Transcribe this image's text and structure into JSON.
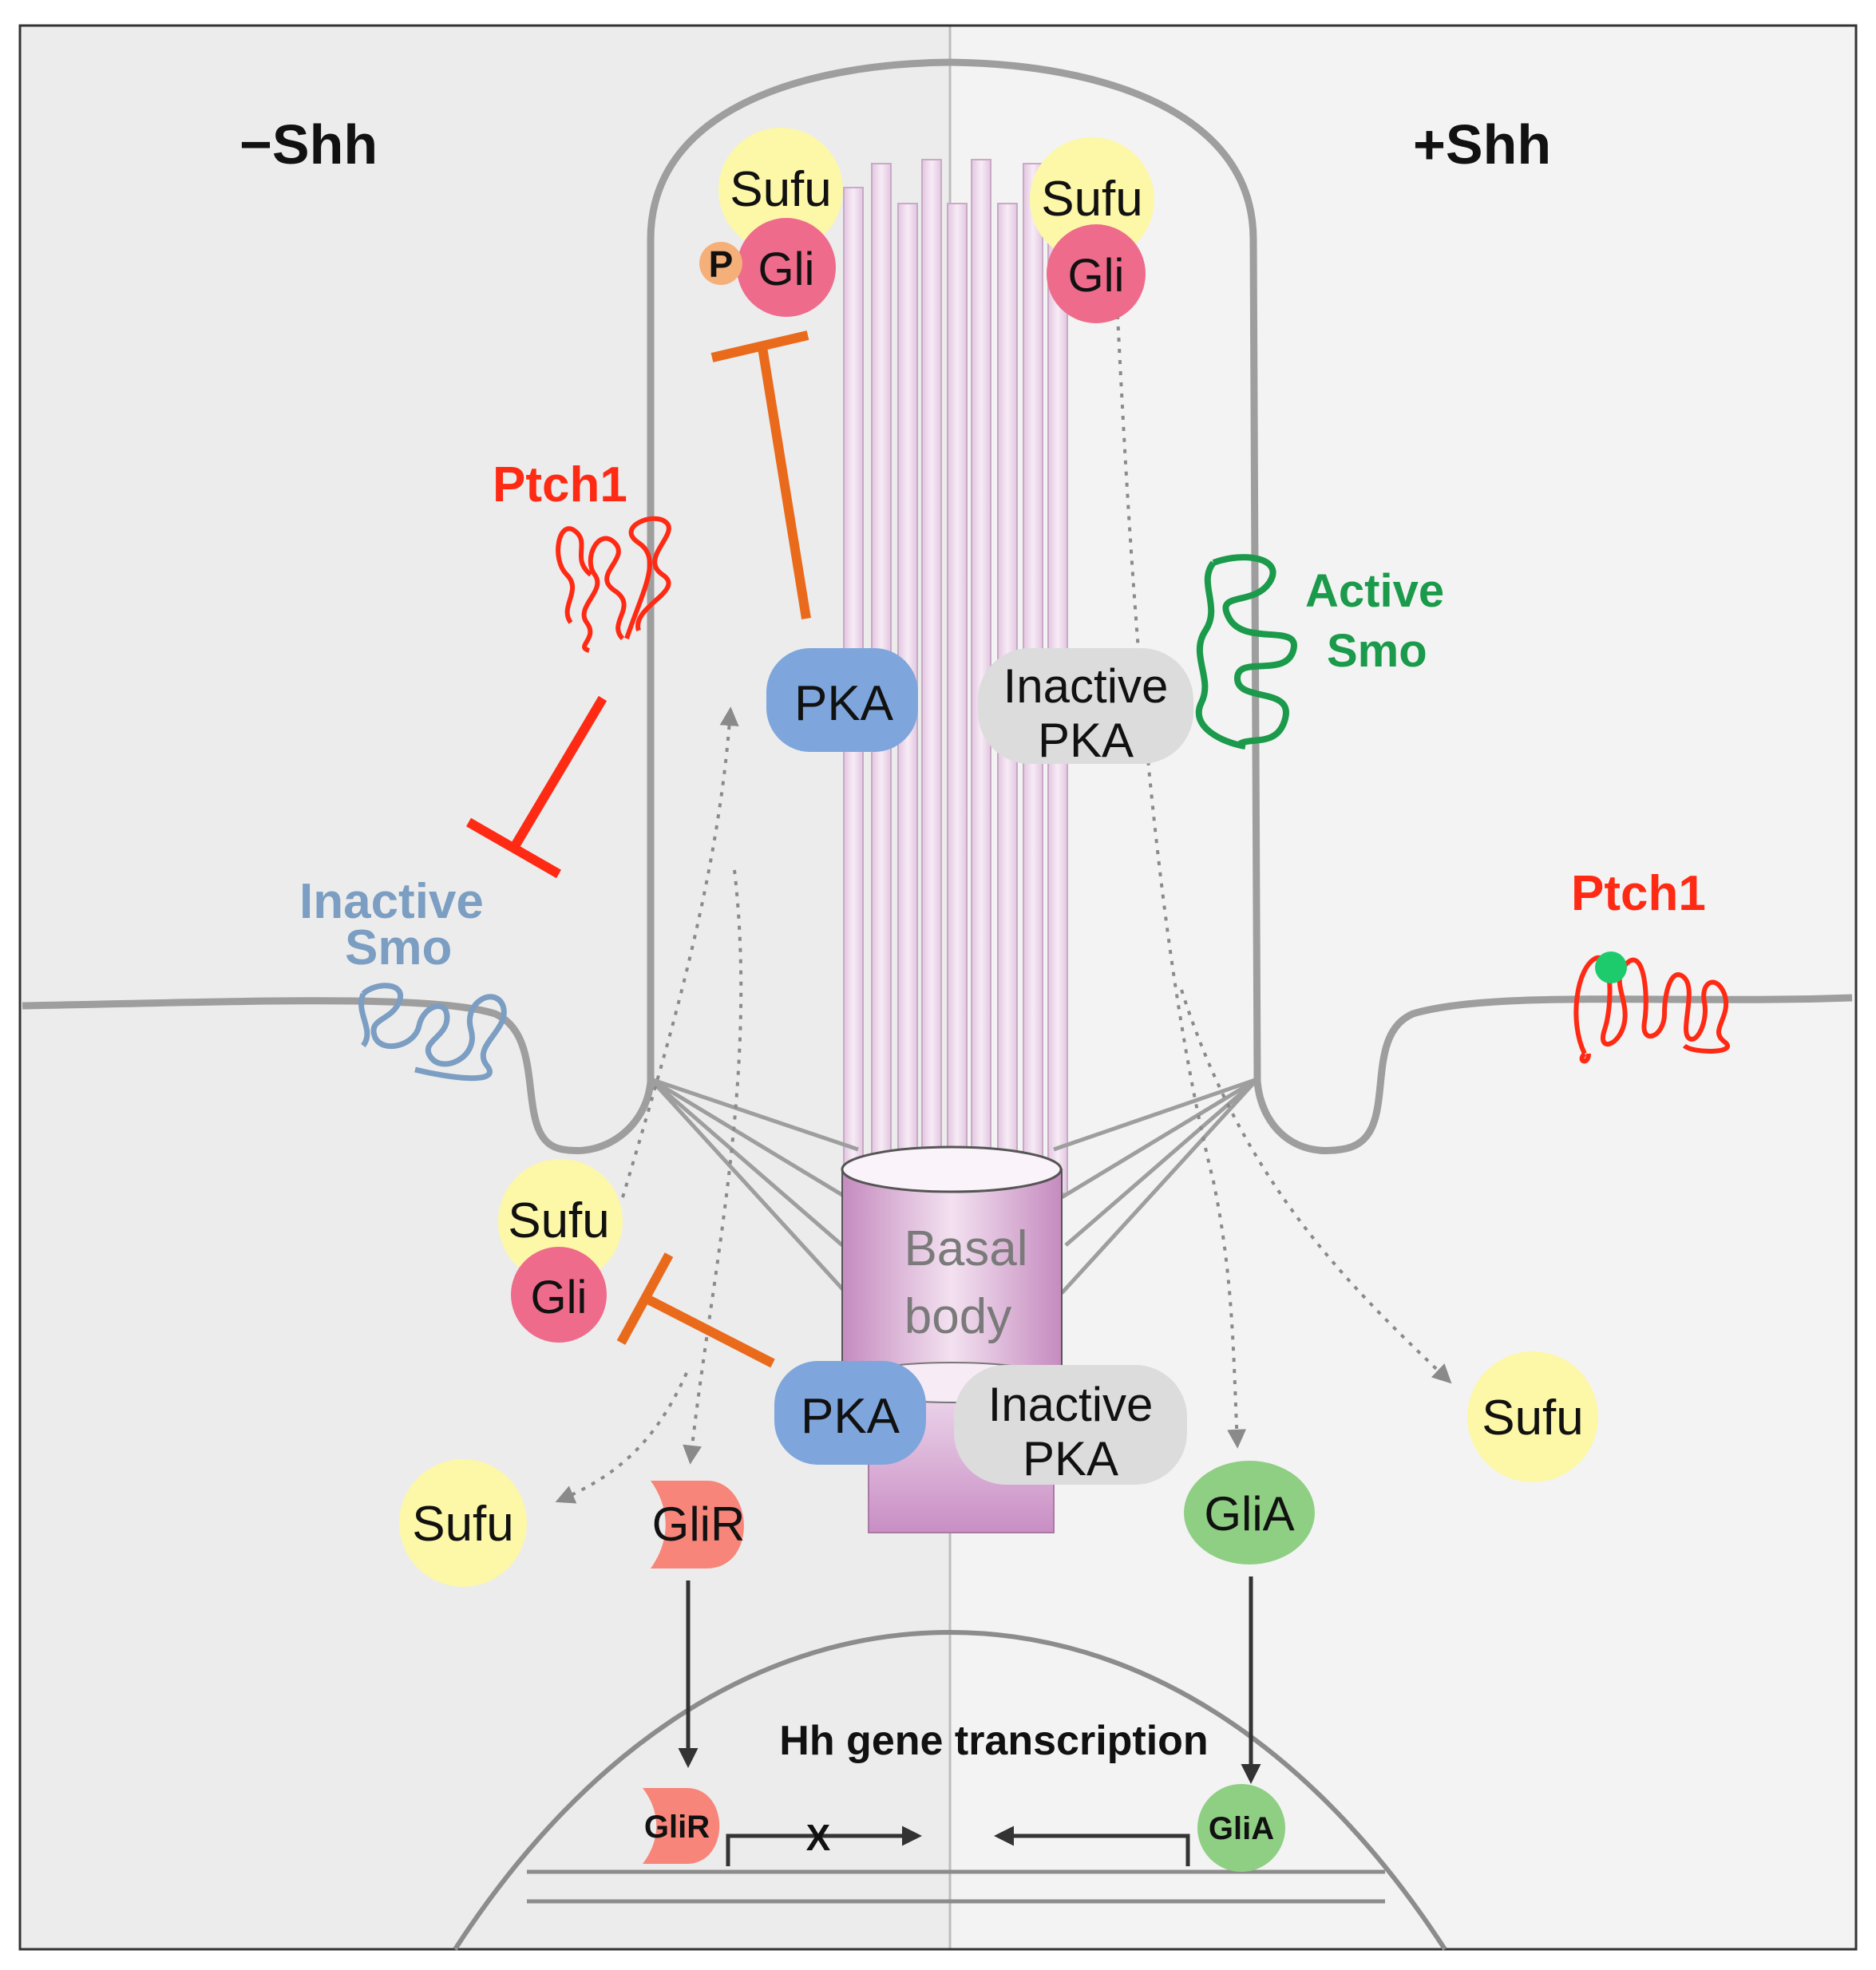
{
  "headings": {
    "minus_shh": "−Shh",
    "plus_shh": "+Shh"
  },
  "labels": {
    "sufu": "Sufu",
    "gli": "Gli",
    "p": "P",
    "pka": "PKA",
    "inactive_pka_line1": "Inactive",
    "inactive_pka_line2": "PKA",
    "ptch1": "Ptch1",
    "active_smo_line1": "Active",
    "active_smo_line2": "Smo",
    "inactive_smo_line1": "Inactive",
    "inactive_smo_line2": "Smo",
    "basal_body_line1": "Basal",
    "basal_body_line2": "body",
    "glir": "GliR",
    "glia": "GliA",
    "transcription": "Hh gene transcription",
    "block_mark": "X"
  },
  "colors": {
    "left_bg": "#ececec",
    "right_bg": "#f3f3f3",
    "membrane": "#9e9e9e",
    "sufu": "#fdf7a8",
    "gli": "#ee6b8b",
    "phospho": "#f5b07a",
    "pka": "#7ea6dc",
    "inactive_pka": "#dcdcdc",
    "ptch1": "#ff2a14",
    "active_smo": "#1a9a4a",
    "inactive_smo": "#7b9ec2",
    "inhibitor": "#ea6a1c",
    "glir": "#f7857a",
    "glia": "#8fcf84",
    "axoneme": "#eed9ec",
    "basal_body": "#c98ec4"
  }
}
